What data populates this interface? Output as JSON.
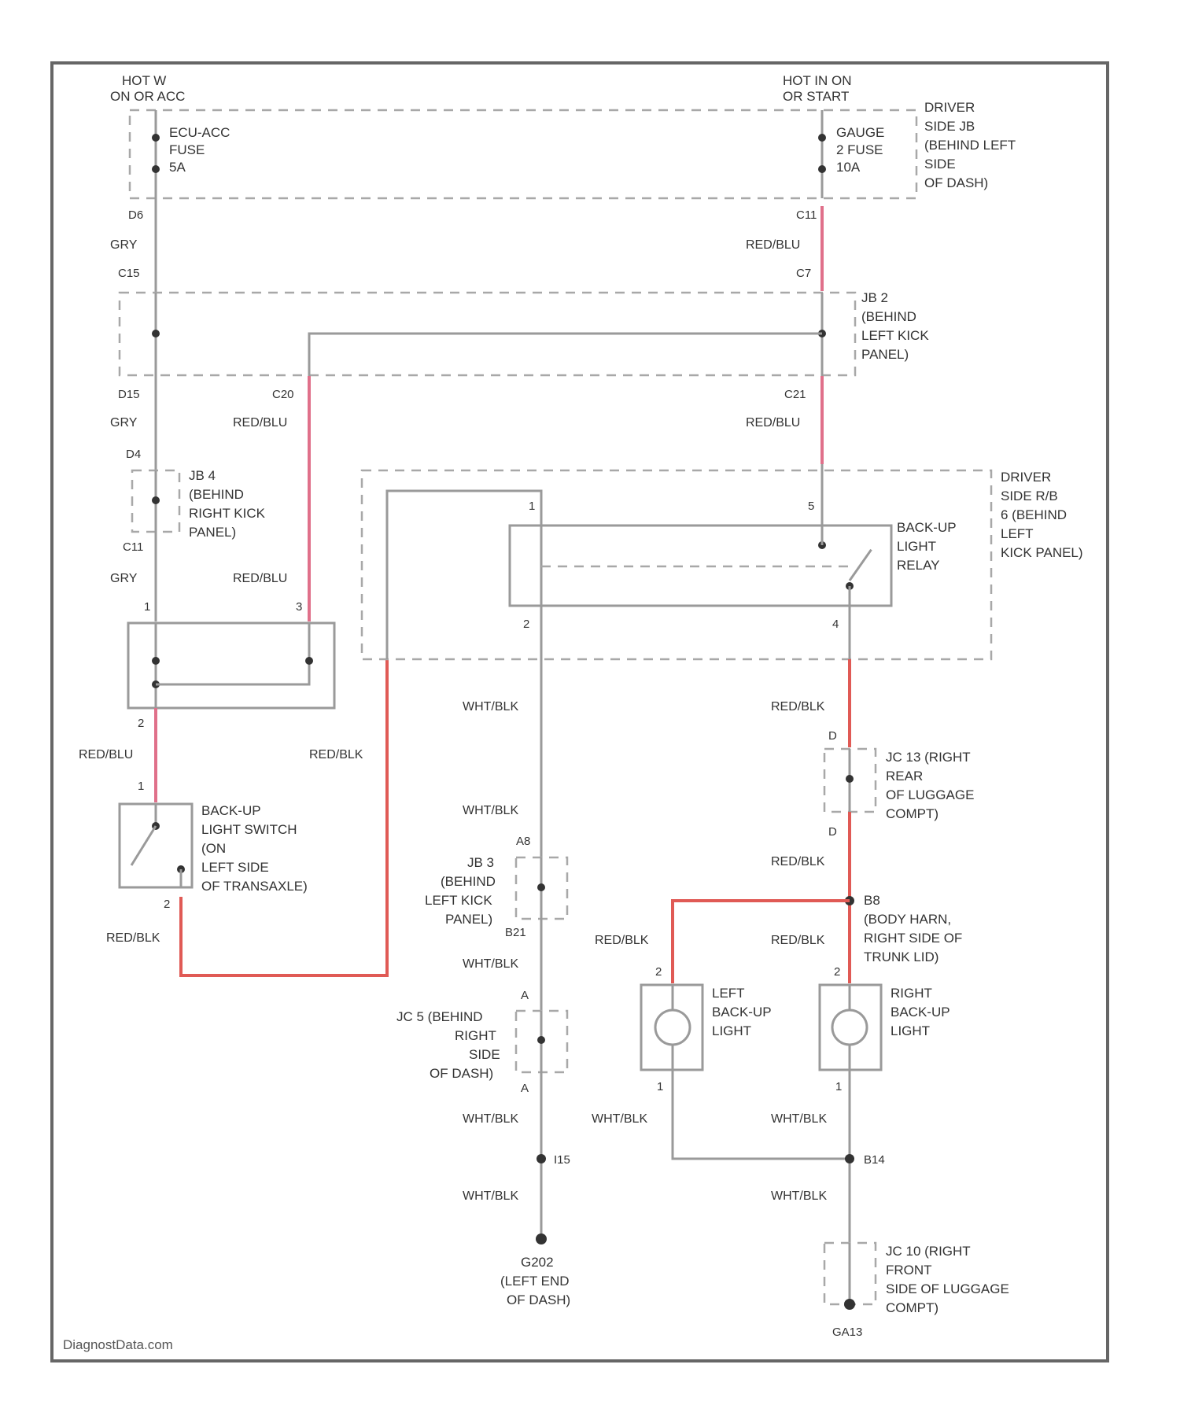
{
  "colors": {
    "grey_wire": "#9a9a9a",
    "red_wire": "#e0708a",
    "red_wire_alt": "#e05a55",
    "frame": "#666666"
  },
  "power": {
    "left": [
      "HOT W",
      "ON OR ACC"
    ],
    "right": [
      "HOT IN ON",
      "OR START"
    ]
  },
  "fuses": {
    "left": [
      "ECU-ACC",
      "FUSE",
      "5A"
    ],
    "right": [
      "GAUGE",
      "2 FUSE",
      "10A"
    ]
  },
  "junction_blocks": {
    "driver_side_jb": [
      "DRIVER",
      "SIDE JB",
      "(BEHIND LEFT",
      "SIDE",
      "OF DASH)"
    ],
    "jb2": [
      "JB 2",
      "(BEHIND",
      "LEFT KICK",
      "PANEL)"
    ],
    "jb4": [
      "JB 4",
      "(BEHIND",
      "RIGHT KICK",
      "PANEL)"
    ],
    "rb6": [
      "DRIVER",
      "SIDE R/B",
      "6 (BEHIND",
      "LEFT",
      "KICK PANEL)"
    ],
    "jb3": [
      "JB 3",
      "(BEHIND",
      "LEFT KICK",
      "PANEL)"
    ]
  },
  "components": {
    "relay": [
      "BACK-UP",
      "LIGHT",
      "RELAY"
    ],
    "switch": [
      "BACK-UP",
      "LIGHT SWITCH",
      "(ON",
      "LEFT SIDE",
      "OF TRANSAXLE)"
    ],
    "left_light": [
      "LEFT",
      "BACK-UP",
      "LIGHT"
    ],
    "right_light": [
      "RIGHT",
      "BACK-UP",
      "LIGHT"
    ]
  },
  "connectors": {
    "jc13": [
      "JC 13 (RIGHT",
      "REAR",
      "OF LUGGAGE",
      "COMPT)"
    ],
    "jc5": [
      "JC 5 (BEHIND",
      "RIGHT",
      "SIDE",
      "OF DASH)"
    ],
    "jc10": [
      "JC 10 (RIGHT",
      "FRONT",
      "SIDE OF LUGGAGE",
      "COMPT)"
    ],
    "body_harness": [
      "B8",
      "(BODY HARN,",
      "RIGHT SIDE OF",
      "TRUNK LID)"
    ],
    "ground_left": [
      "G202",
      "(LEFT END",
      "OF DASH)"
    ],
    "ground_right": "GA13",
    "splice_i15": "I15",
    "splice_b14": "B14"
  },
  "wires": {
    "gry": "GRY",
    "red_blu": "RED/BLU",
    "red_blk": "RED/BLK",
    "wht_blk": "WHT/BLK"
  },
  "pins": {
    "d6": "D6",
    "c11": "C11",
    "c15": "C15",
    "c7": "C7",
    "d15": "D15",
    "c20": "C20",
    "c21": "C21",
    "d4": "D4",
    "c11b": "C11",
    "p1": "1",
    "p3": "3",
    "p5": "5",
    "p2": "2",
    "p4": "4",
    "d": "D",
    "a": "A",
    "a8": "A8",
    "b21": "B21"
  },
  "footer": "DiagnostData.com"
}
